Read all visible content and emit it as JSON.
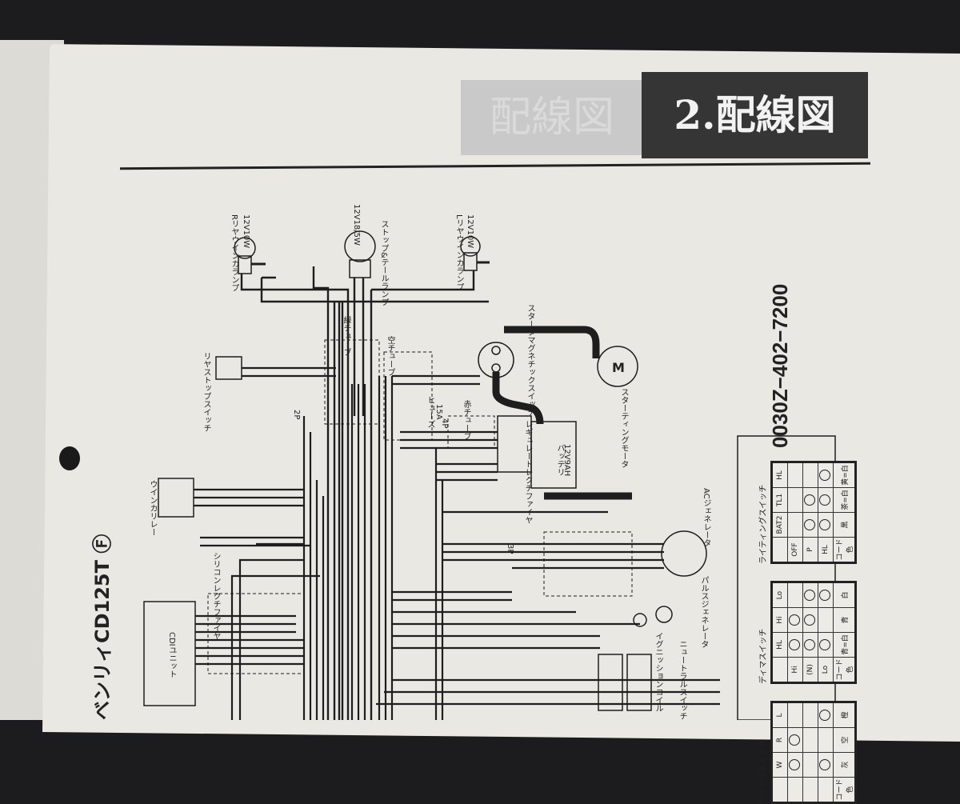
{
  "header": {
    "title": "2.配線図",
    "ghost_title": "配線図"
  },
  "part_number": "0030Z−402−7200",
  "model": "ベンリィCD125T Ⓕ",
  "components": {
    "r_rear_winker": "Rリヤウインカランプ",
    "r_rear_winker_rating": "12V10W",
    "stop_tail": "ストップ&テールランプ",
    "stop_tail_rating": "12V18/5W",
    "l_rear_winker": "Lリヤウインカランプ",
    "l_rear_winker_rating": "12V10W",
    "starter_magnetic_switch": "スタータマグネチックスイッチ",
    "motor_symbol": "M",
    "starting_motor": "スターティングモータ",
    "fuse": "ヒューズ",
    "fuse_rating": "15A",
    "battery": "バッテリ",
    "battery_rating": "12V9AH",
    "regulator_rectifier": "レギュレートレクチファイヤ",
    "rear_stop_switch": "リヤストップスイッチ",
    "winker_relay": "ウインカリレー",
    "silicon_rectifier": "シリコンレクチファイヤ",
    "cdi_unit": "CDIユニット",
    "ac_generator": "ACジェネレータ",
    "pulse_generator": "パルスジェネレータ",
    "neutral_switch": "ニュートラルスイッチ",
    "ignition_coil": "イグニッションコイル",
    "tube_green": "緑チューブ",
    "tube_sky": "空チューブ",
    "tube_red": "赤チューブ",
    "conn_2p": "2P",
    "conn_4p": "4P",
    "conn_3p": "3P"
  },
  "tables": {
    "lighting": {
      "title": "ライティングスイッチ",
      "columns": [
        "",
        "BAT2",
        "TL1",
        "HL"
      ],
      "rows": [
        [
          "OFF",
          "",
          "",
          ""
        ],
        [
          "P",
          "○",
          "○",
          ""
        ],
        [
          "HL",
          "○",
          "○",
          "○"
        ],
        [
          "コード色",
          "黒",
          "茶=白",
          "黄=白"
        ]
      ]
    },
    "dimmer": {
      "title": "ディマスイッチ",
      "columns": [
        "",
        "HL",
        "Hi",
        "Lo"
      ],
      "rows": [
        [
          "Hi",
          "○",
          "○",
          ""
        ],
        [
          "(N)",
          "○",
          "○",
          "○"
        ],
        [
          "Lo",
          "○",
          "",
          "○"
        ],
        [
          "コード色",
          "青=白",
          "青",
          "白"
        ]
      ]
    },
    "winker": {
      "title": "ウインカスイッチ",
      "columns": [
        "",
        "W",
        "R",
        "L"
      ],
      "rows": [
        [
          "",
          "○",
          "○",
          ""
        ],
        [
          "",
          "",
          "",
          ""
        ],
        [
          "",
          "○",
          "",
          "○"
        ],
        [
          "コード色",
          "灰",
          "空",
          "橙"
        ]
      ]
    }
  }
}
